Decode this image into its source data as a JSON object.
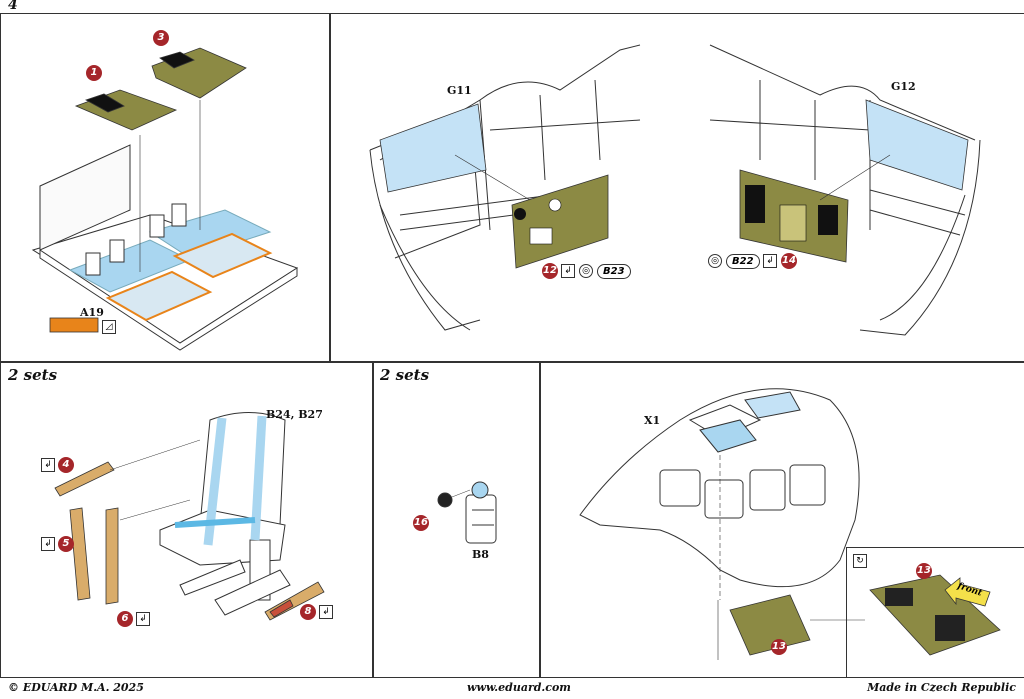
{
  "page_number": "4",
  "sections": {
    "sets_left": "2 sets",
    "sets_mid": "2 sets"
  },
  "parts": {
    "a19": "A19",
    "g11": "G11",
    "g12": "G12",
    "b24_b27": "B24, B27",
    "b8": "B8",
    "x1": "X1"
  },
  "refs": {
    "b23": "B23",
    "b22": "B22"
  },
  "numbers": [
    "1",
    "3",
    "12",
    "14",
    "4",
    "5",
    "6",
    "8",
    "16",
    "13",
    "13"
  ],
  "front_label": "front",
  "footer": {
    "left": "© EDUARD  M.A. 2025",
    "center": "www.eduard.com",
    "right": "Made in Czech Republic"
  },
  "colors": {
    "photoetch": "#8c8a44",
    "blue": "#a9d6f0",
    "orange": "#e8841a",
    "seatbelt": "#d9ac6a",
    "marker": "#a5262a"
  },
  "icons": [
    "fold-icon",
    "flip-icon",
    "paint-icon",
    "glue-icon",
    "rotate-icon"
  ]
}
